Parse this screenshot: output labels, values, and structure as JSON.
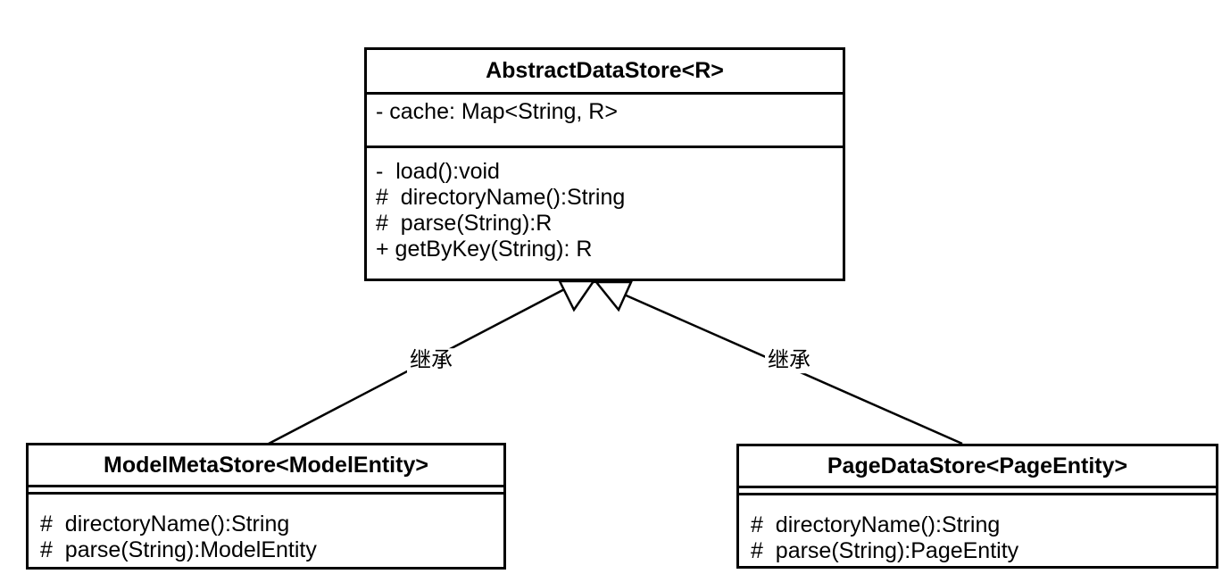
{
  "diagram": {
    "type": "uml-class-diagram",
    "background_color": "#ffffff",
    "stroke_color": "#000000",
    "text_color": "#000000",
    "classes": [
      {
        "name": "AbstractDataStore<R>",
        "attributes": [
          "- cache: Map<String, R>"
        ],
        "methods": [
          "-  load():void",
          "#  directoryName():String",
          "#  parse(String):R",
          "+ getByKey(String): R"
        ]
      },
      {
        "name": "ModelMetaStore<ModelEntity>",
        "attributes": [],
        "methods": [
          "#  directoryName():String",
          "#  parse(String):ModelEntity"
        ]
      },
      {
        "name": "PageDataStore<PageEntity>",
        "attributes": [],
        "methods": [
          "#  directoryName():String",
          "#  parse(String):PageEntity"
        ]
      }
    ],
    "relationships": [
      {
        "type": "inheritance",
        "from": "ModelMetaStore<ModelEntity>",
        "to": "AbstractDataStore<R>",
        "label": "继承"
      },
      {
        "type": "inheritance",
        "from": "PageDataStore<PageEntity>",
        "to": "AbstractDataStore<R>",
        "label": "继承"
      }
    ]
  }
}
